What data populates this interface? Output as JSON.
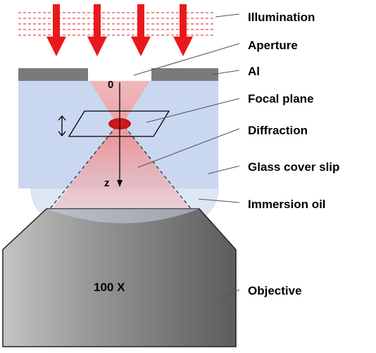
{
  "labels": {
    "illumination": "Illumination",
    "aperture": "Aperture",
    "al": "Al",
    "focal_plane": "Focal plane",
    "diffraction": "Diffraction",
    "glass_cover_slip": "Glass cover slip",
    "immersion_oil": "Immersion oil",
    "objective": "Objective"
  },
  "axis": {
    "origin": "0",
    "z": "z"
  },
  "objective_text": "100 X",
  "colors": {
    "arrow": "#e8191c",
    "glass": "#c9d8f0",
    "aluminum": "#7a7a7a",
    "oil": "#dde6f4",
    "beam": "#f3a4a4",
    "focal_spot": "#d0161b"
  }
}
